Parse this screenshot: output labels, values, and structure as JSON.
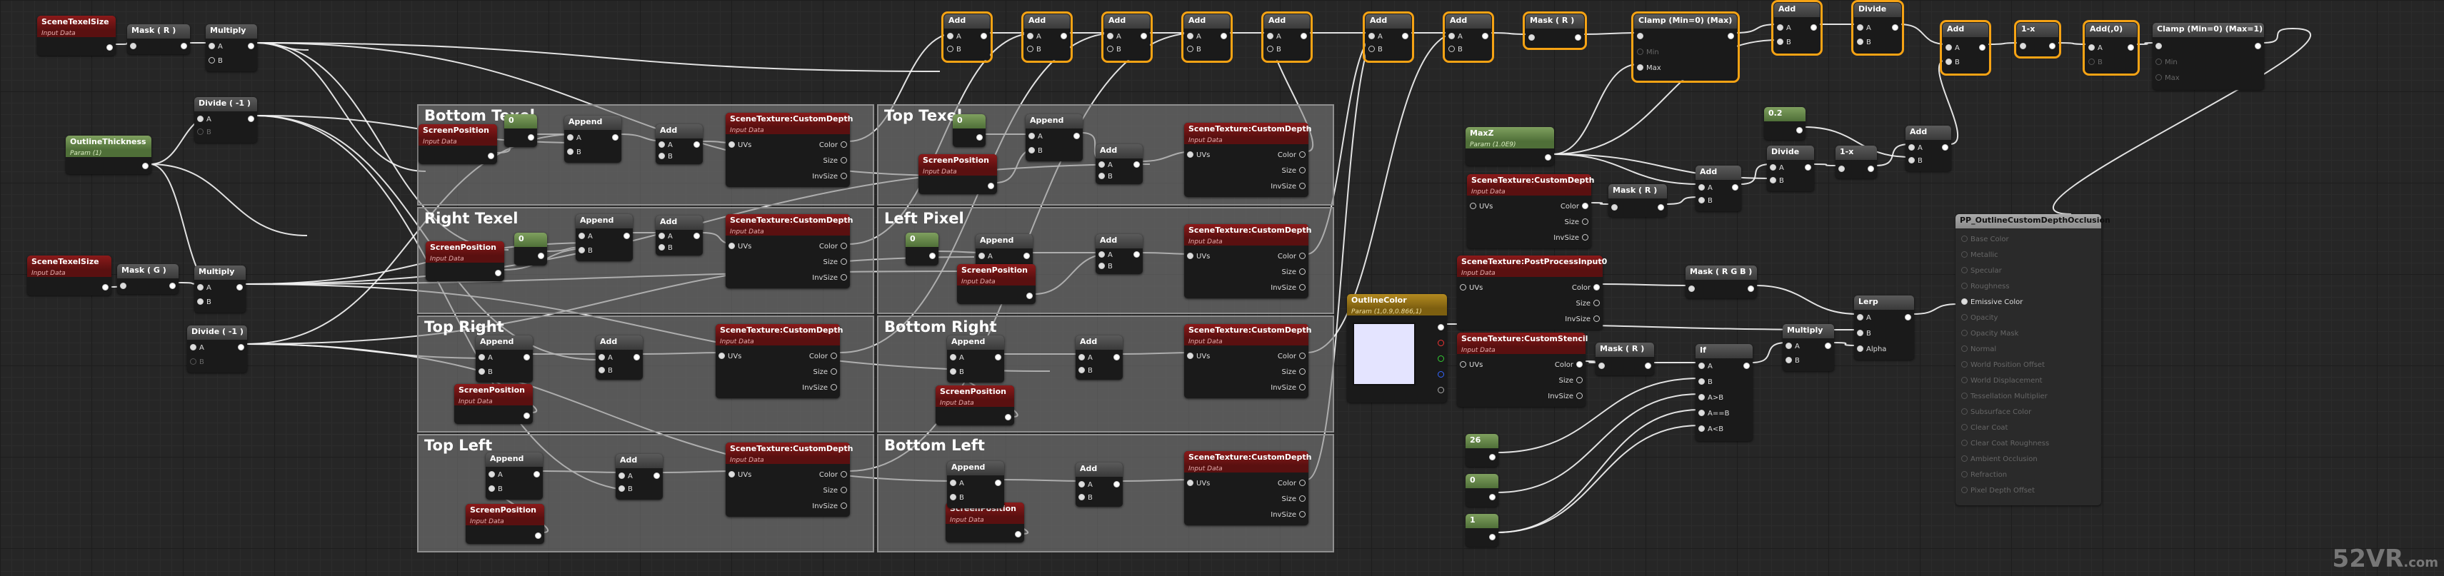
{
  "comments": {
    "bottom_texel": "Bottom Texel",
    "top_texel": "Top Texel",
    "right_texel": "Right Texel",
    "left_pixel": "Left Pixel",
    "top_right": "Top Right",
    "bottom_right": "Bottom Right",
    "top_left": "Top Left",
    "bottom_left": "Bottom Left"
  },
  "labels": {
    "input_data": "Input Data",
    "param": "Param (1)",
    "param_color": "Param (1,0.9,0.866,1)",
    "param_max": "Param (1.0E9)",
    "a": "A",
    "b": "B",
    "uvs": "UVs",
    "color": "Color",
    "size": "Size",
    "invsize": "InvSize",
    "min": "Min",
    "max": "Max",
    "alpha": "Alpha",
    "agtb": "A>B",
    "aeqb": "A==B",
    "altb": "A<B"
  },
  "nodes": {
    "scene_texel_size": "SceneTexelSize",
    "mask_r": "Mask ( R )",
    "mask_g": "Mask ( G )",
    "mask_rgb": "Mask ( R G B )",
    "multiply": "Multiply",
    "divide_neg1": "Divide ( -1 )",
    "outline_thickness": "OutlineThickness",
    "screen_position": "ScreenPosition",
    "append": "Append",
    "add": "Add",
    "scene_texture_depth": "SceneTexture:CustomDepth",
    "scene_texture_postprocess": "SceneTexture:PostProcessInput0",
    "scene_texture_stencil": "SceneTexture:CustomStencil",
    "outline_color": "OutlineColor",
    "max_z": "MaxZ",
    "clamp_minmax": "Clamp (Min=0) (Max)",
    "clamp_01": "Clamp (Min=0) (Max=1)",
    "divide": "Divide",
    "one_minus": "1-x",
    "add_0": "Add(,0)",
    "lerp": "Lerp",
    "if": "If",
    "const_02": "0.2",
    "const_0": "0",
    "const_1": "1",
    "const_26": "26"
  },
  "result_node": {
    "title": "PP_OutlineCustomDepthOcclusion",
    "pins": [
      "Base Color",
      "Metallic",
      "Specular",
      "Roughness",
      "Emissive Color",
      "Opacity",
      "Opacity Mask",
      "Normal",
      "World Position Offset",
      "World Displacement",
      "Tessellation Multiplier",
      "Subsurface Color",
      "Clear Coat",
      "Clear Coat Roughness",
      "Ambient Occlusion",
      "Refraction",
      "Pixel Depth Offset"
    ],
    "active_pin_index": 4
  },
  "watermark": {
    "main": "52VR",
    "suffix": ".com"
  },
  "colors": {
    "selection": "#f6a314",
    "texture_header": "#8b1a1a",
    "math_header": "#4b6040",
    "param_header": "#7d5f10"
  }
}
